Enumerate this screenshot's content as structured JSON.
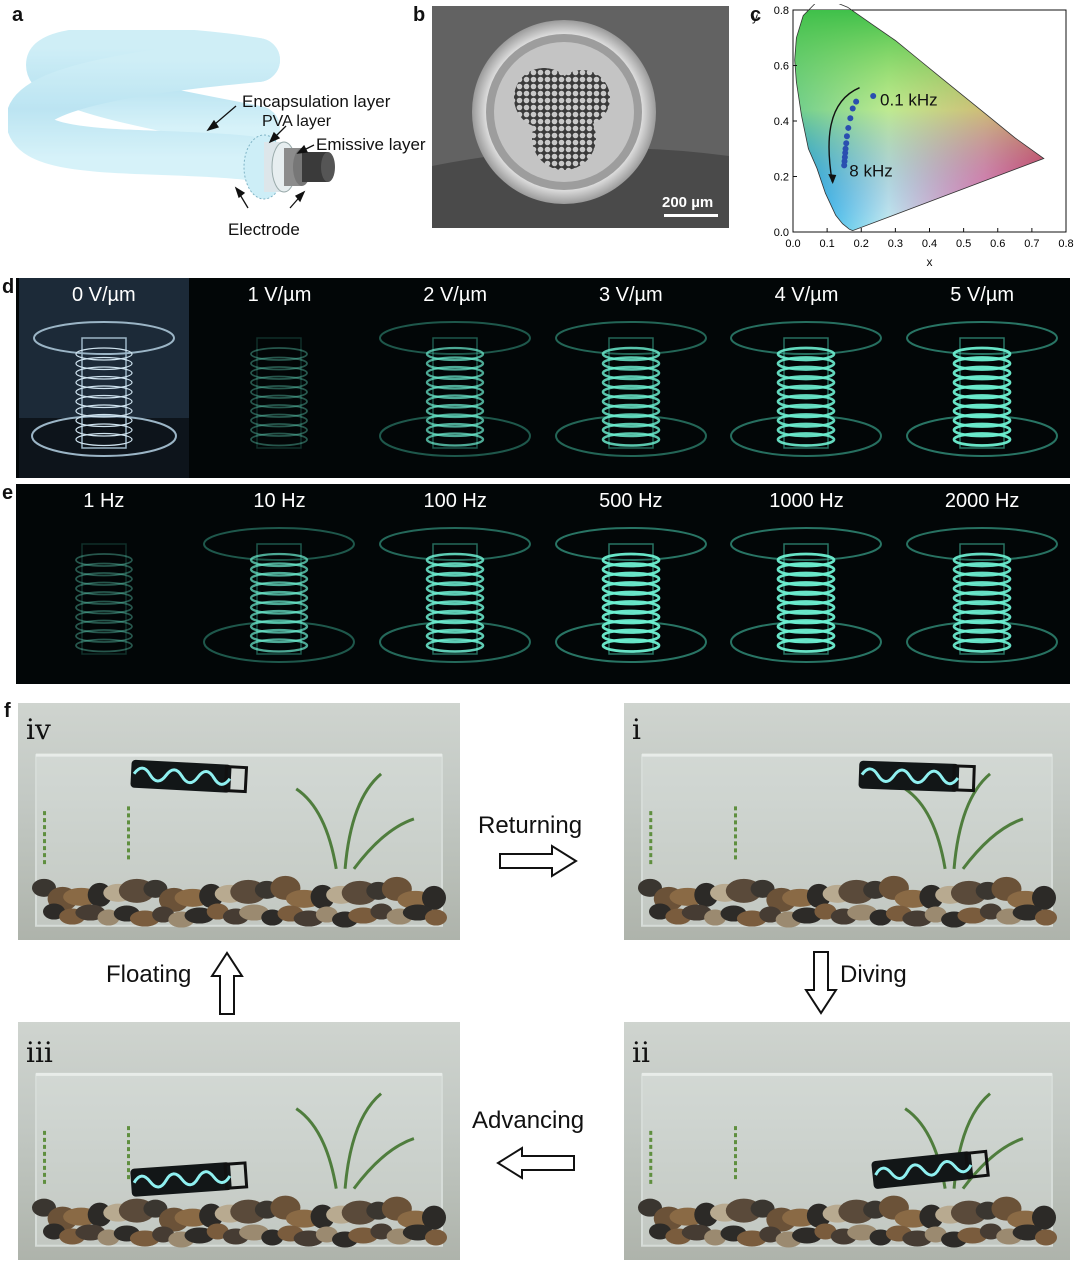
{
  "panels": {
    "a": {
      "label": "a",
      "annotations": {
        "encapsulation": "Encapsulation layer",
        "pva": "PVA layer",
        "emissive": "Emissive layer",
        "electrode": "Electrode"
      }
    },
    "b": {
      "label": "b",
      "scale_bar": "200 µm"
    },
    "c": {
      "label": "c",
      "label_low": "0.1 kHz",
      "label_high": "8 kHz"
    },
    "d": {
      "label": "d",
      "cells": [
        "0 V/µm",
        "1 V/µm",
        "2 V/µm",
        "3 V/µm",
        "4 V/µm",
        "5 V/µm"
      ],
      "brightness": [
        0,
        0.35,
        0.7,
        0.82,
        0.9,
        0.95
      ]
    },
    "e": {
      "label": "e",
      "cells": [
        "1 Hz",
        "10 Hz",
        "100 Hz",
        "500 Hz",
        "1000 Hz",
        "2000 Hz"
      ],
      "brightness": [
        0.35,
        0.7,
        0.85,
        0.95,
        0.95,
        0.92
      ]
    },
    "f": {
      "label": "f",
      "stages": {
        "i": "i",
        "ii": "ii",
        "iii": "iii",
        "iv": "iv"
      },
      "transitions": {
        "returning": "Returning",
        "diving": "Diving",
        "advancing": "Advancing",
        "floating": "Floating"
      }
    }
  },
  "chart_data": {
    "type": "scatter",
    "xlabel": "x",
    "ylabel": "y",
    "xlim": [
      0.0,
      0.8
    ],
    "ylim": [
      0.0,
      0.8
    ],
    "x_ticks": [
      "0.0",
      "0.1",
      "0.2",
      "0.3",
      "0.4",
      "0.5",
      "0.6",
      "0.7",
      "0.8"
    ],
    "y_ticks": [
      "0.0",
      "0.2",
      "0.4",
      "0.6",
      "0.8"
    ],
    "points": [
      {
        "x": 0.235,
        "y": 0.49
      },
      {
        "x": 0.185,
        "y": 0.47
      },
      {
        "x": 0.175,
        "y": 0.445
      },
      {
        "x": 0.168,
        "y": 0.41
      },
      {
        "x": 0.162,
        "y": 0.375
      },
      {
        "x": 0.158,
        "y": 0.345
      },
      {
        "x": 0.156,
        "y": 0.32
      },
      {
        "x": 0.154,
        "y": 0.3
      },
      {
        "x": 0.153,
        "y": 0.285
      },
      {
        "x": 0.152,
        "y": 0.27
      },
      {
        "x": 0.151,
        "y": 0.255
      },
      {
        "x": 0.15,
        "y": 0.24
      }
    ],
    "point_color": "#2a4fb0"
  }
}
